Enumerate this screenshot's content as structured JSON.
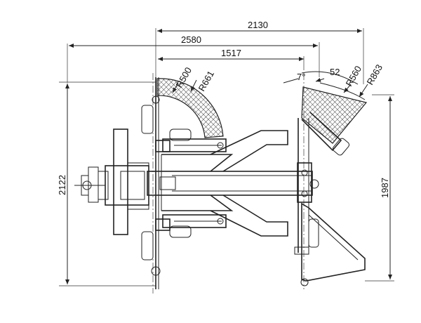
{
  "dimensions": {
    "overall_width": "2130",
    "mid_width": "2580",
    "inner_width": "1517",
    "overall_height": "2122",
    "right_height": "1987",
    "radius_inner_left": "R500",
    "radius_outer_left": "R661",
    "angle_label": "7°",
    "radius_52": "52",
    "radius_inner_right": "R560",
    "radius_outer_right": "R863"
  },
  "colors": {
    "line": "#222222",
    "hatch": "#444444",
    "background": "#ffffff"
  }
}
